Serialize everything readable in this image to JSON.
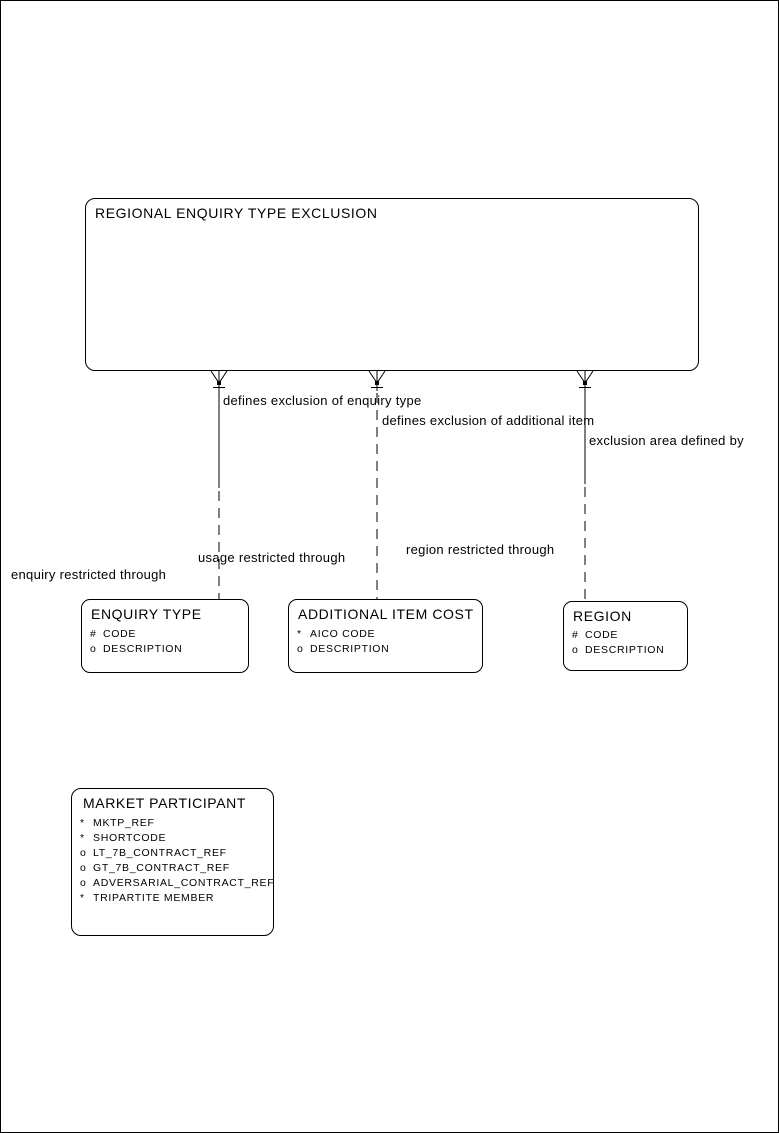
{
  "diagram": {
    "kind": "entity-relationship-diagram",
    "background_color": "#ffffff",
    "line_color": "#000000",
    "text_color": "#000000"
  },
  "entities": {
    "regional_enquiry_type_exclusion": {
      "title": "REGIONAL ENQUIRY TYPE EXCLUSION",
      "attributes": []
    },
    "enquiry_type": {
      "title": "ENQUIRY TYPE",
      "attributes": [
        {
          "prefix": "#",
          "name": "CODE"
        },
        {
          "prefix": "o",
          "name": "DESCRIPTION"
        }
      ]
    },
    "additional_item_cost": {
      "title": "ADDITIONAL ITEM COST",
      "attributes": [
        {
          "prefix": "*",
          "name": "AICO CODE"
        },
        {
          "prefix": "o",
          "name": "DESCRIPTION"
        }
      ]
    },
    "region": {
      "title": "REGION",
      "attributes": [
        {
          "prefix": "#",
          "name": "CODE"
        },
        {
          "prefix": "o",
          "name": "DESCRIPTION"
        }
      ]
    },
    "market_participant": {
      "title": "MARKET PARTICIPANT",
      "attributes": [
        {
          "prefix": "*",
          "name": "MKTP_REF"
        },
        {
          "prefix": "*",
          "name": "SHORTCODE"
        },
        {
          "prefix": "o",
          "name": "LT_7B_CONTRACT_REF"
        },
        {
          "prefix": "o",
          "name": "GT_7B_CONTRACT_REF"
        },
        {
          "prefix": "o",
          "name": "ADVERSARIAL_CONTRACT_REF"
        },
        {
          "prefix": "*",
          "name": "TRIPARTITE MEMBER"
        }
      ]
    }
  },
  "relationships": [
    {
      "from": "REGIONAL ENQUIRY TYPE EXCLUSION",
      "to": "ENQUIRY TYPE",
      "forward_label": "defines exclusion of enquiry type",
      "reverse_label": "enquiry restricted through"
    },
    {
      "from": "REGIONAL ENQUIRY TYPE EXCLUSION",
      "to": "ADDITIONAL ITEM COST",
      "forward_label": "defines exclusion of additional item",
      "reverse_label": "usage restricted through"
    },
    {
      "from": "REGIONAL ENQUIRY TYPE EXCLUSION",
      "to": "REGION",
      "forward_label": "exclusion area defined by",
      "reverse_label": "region restricted through"
    }
  ]
}
